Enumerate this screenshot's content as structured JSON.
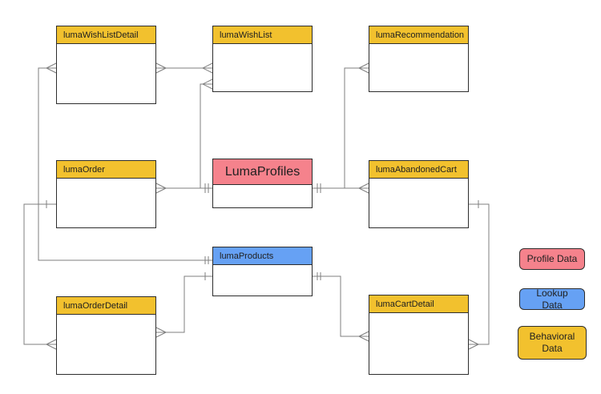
{
  "diagram": {
    "title": "Luma data model entity relationship diagram",
    "colors": {
      "profile": "#F5828C",
      "lookup": "#66A1F4",
      "behavioral": "#F2C12E",
      "connector": "#7F7F7F",
      "border": "#2D2D2D",
      "background": "#FFFFFF"
    },
    "entities": [
      {
        "id": "lumaWishListDetail",
        "label": "lumaWishListDetail",
        "type": "behavioral"
      },
      {
        "id": "lumaWishList",
        "label": "lumaWishList",
        "type": "behavioral"
      },
      {
        "id": "lumaRecommendation",
        "label": "lumaRecommendation",
        "type": "behavioral"
      },
      {
        "id": "lumaOrder",
        "label": "lumaOrder",
        "type": "behavioral"
      },
      {
        "id": "LumaProfiles",
        "label": "LumaProfiles",
        "type": "profile"
      },
      {
        "id": "lumaAbandonedCart",
        "label": "lumaAbandonedCart",
        "type": "behavioral"
      },
      {
        "id": "lumaProducts",
        "label": "lumaProducts",
        "type": "lookup"
      },
      {
        "id": "lumaOrderDetail",
        "label": "lumaOrderDetail",
        "type": "behavioral"
      },
      {
        "id": "lumaCartDetail",
        "label": "lumaCartDetail",
        "type": "behavioral"
      }
    ],
    "relationships": [
      {
        "from": "lumaWishListDetail",
        "to": "lumaWishList",
        "cardinality": "many-to-many"
      },
      {
        "from": "LumaProfiles",
        "to": "lumaWishList",
        "cardinality": "one-to-many"
      },
      {
        "from": "LumaProfiles",
        "to": "lumaRecommendation",
        "cardinality": "one-to-many"
      },
      {
        "from": "LumaProfiles",
        "to": "lumaAbandonedCart",
        "cardinality": "one-to-many"
      },
      {
        "from": "LumaProfiles",
        "to": "lumaOrder",
        "cardinality": "one-to-many"
      },
      {
        "from": "lumaOrder",
        "to": "lumaOrderDetail",
        "cardinality": "one-to-many"
      },
      {
        "from": "lumaProducts",
        "to": "lumaWishListDetail",
        "cardinality": "one-to-many"
      },
      {
        "from": "lumaProducts",
        "to": "lumaOrderDetail",
        "cardinality": "one-to-many"
      },
      {
        "from": "lumaProducts",
        "to": "lumaCartDetail",
        "cardinality": "one-to-many"
      },
      {
        "from": "lumaAbandonedCart",
        "to": "lumaCartDetail",
        "cardinality": "one-to-many"
      }
    ],
    "legend": [
      {
        "label": "Profile Data",
        "type": "profile"
      },
      {
        "label": "Lookup Data",
        "type": "lookup"
      },
      {
        "label": "Behavioral Data",
        "type": "behavioral"
      }
    ]
  }
}
